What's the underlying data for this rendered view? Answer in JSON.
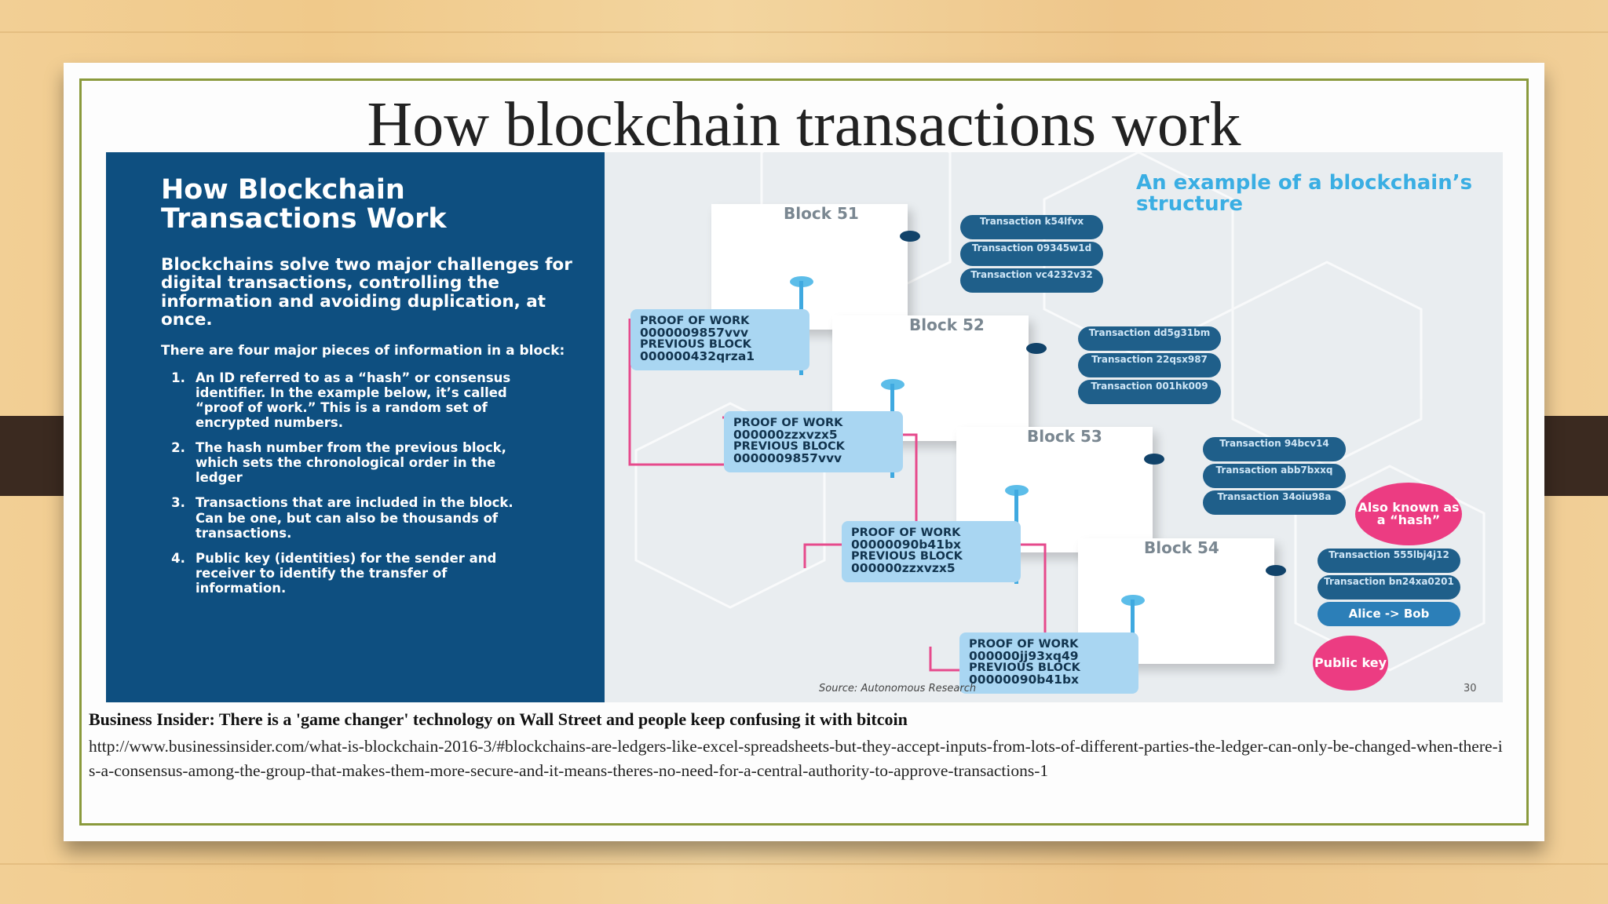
{
  "slide": {
    "title": "How blockchain transactions work",
    "page_number": "30"
  },
  "infographic": {
    "title": "How Blockchain Transactions Work",
    "intro": "Blockchains solve two major challenges for digital transactions, controlling the information and avoiding duplication, at once.",
    "sub": "There are four major pieces of information in a block:",
    "list": [
      {
        "num": "1.",
        "text": "An ID referred to as a “hash” or consensus identifier. In the example below, it’s called “proof of work.” This is a random set of encrypted numbers."
      },
      {
        "num": "2.",
        "text": "The hash number from the previous block, which sets the chronological order in the ledger"
      },
      {
        "num": "3.",
        "text": "Transactions that are included in the block. Can be one, but can also be thousands of transactions."
      },
      {
        "num": "4.",
        "text": "Public key (identities) for the sender and receiver to identify the transfer of information."
      }
    ],
    "example_heading": "An example of a blockchain’s structure",
    "blocks": [
      {
        "label": "Block 51",
        "transactions": [
          "Transaction k54lfvx",
          "Transaction 09345w1d",
          "Transaction vc4232v32"
        ]
      },
      {
        "label": "Block 52",
        "transactions": [
          "Transaction dd5g31bm",
          "Transaction 22qsx987",
          "Transaction 001hk009"
        ]
      },
      {
        "label": "Block 53",
        "transactions": [
          "Transaction 94bcv14",
          "Transaction abb7bxxq",
          "Transaction 34oiu98a"
        ]
      },
      {
        "label": "Block 54",
        "transactions": [
          "Transaction 555lbj4j12",
          "Transaction bn24xa0201",
          "Alice -> Bob"
        ]
      }
    ],
    "proofs": [
      {
        "pow_label": "PROOF OF WORK",
        "pow": "0000009857vvv",
        "prev_label": "PREVIOUS BLOCK",
        "prev": "000000432qrza1"
      },
      {
        "pow_label": "PROOF OF WORK",
        "pow": "000000zzxvzx5",
        "prev_label": "PREVIOUS BLOCK",
        "prev": "0000009857vvv"
      },
      {
        "pow_label": "PROOF OF WORK",
        "pow": "00000090b41bx",
        "prev_label": "PREVIOUS BLOCK",
        "prev": "000000zzxvzx5"
      },
      {
        "pow_label": "PROOF OF WORK",
        "pow": "000000jj93xq49",
        "prev_label": "PREVIOUS BLOCK",
        "prev": "00000090b41bx"
      }
    ],
    "badge_hash": "Also known as a “hash”",
    "badge_key": "Public key",
    "source": "Source: Autonomous Research"
  },
  "caption": {
    "title": "Business Insider: There is a 'game changer' technology on Wall Street and people keep confusing it with bitcoin",
    "url": "http://www.businessinsider.com/what-is-blockchain-2016-3/#blockchains-are-ledgers-like-excel-spreadsheets-but-they-accept-inputs-from-lots-of-different-parties-the-ledger-can-only-be-changed-when-there-is-a-consensus-among-the-group-that-makes-them-more-secure-and-it-means-theres-no-need-for-a-central-authority-to-approve-transactions-1"
  },
  "colors": {
    "frame": "#8a9a3c",
    "panel": "#0e4f80",
    "accent_blue": "#3aaee3",
    "accent_pink": "#ec3c82"
  }
}
